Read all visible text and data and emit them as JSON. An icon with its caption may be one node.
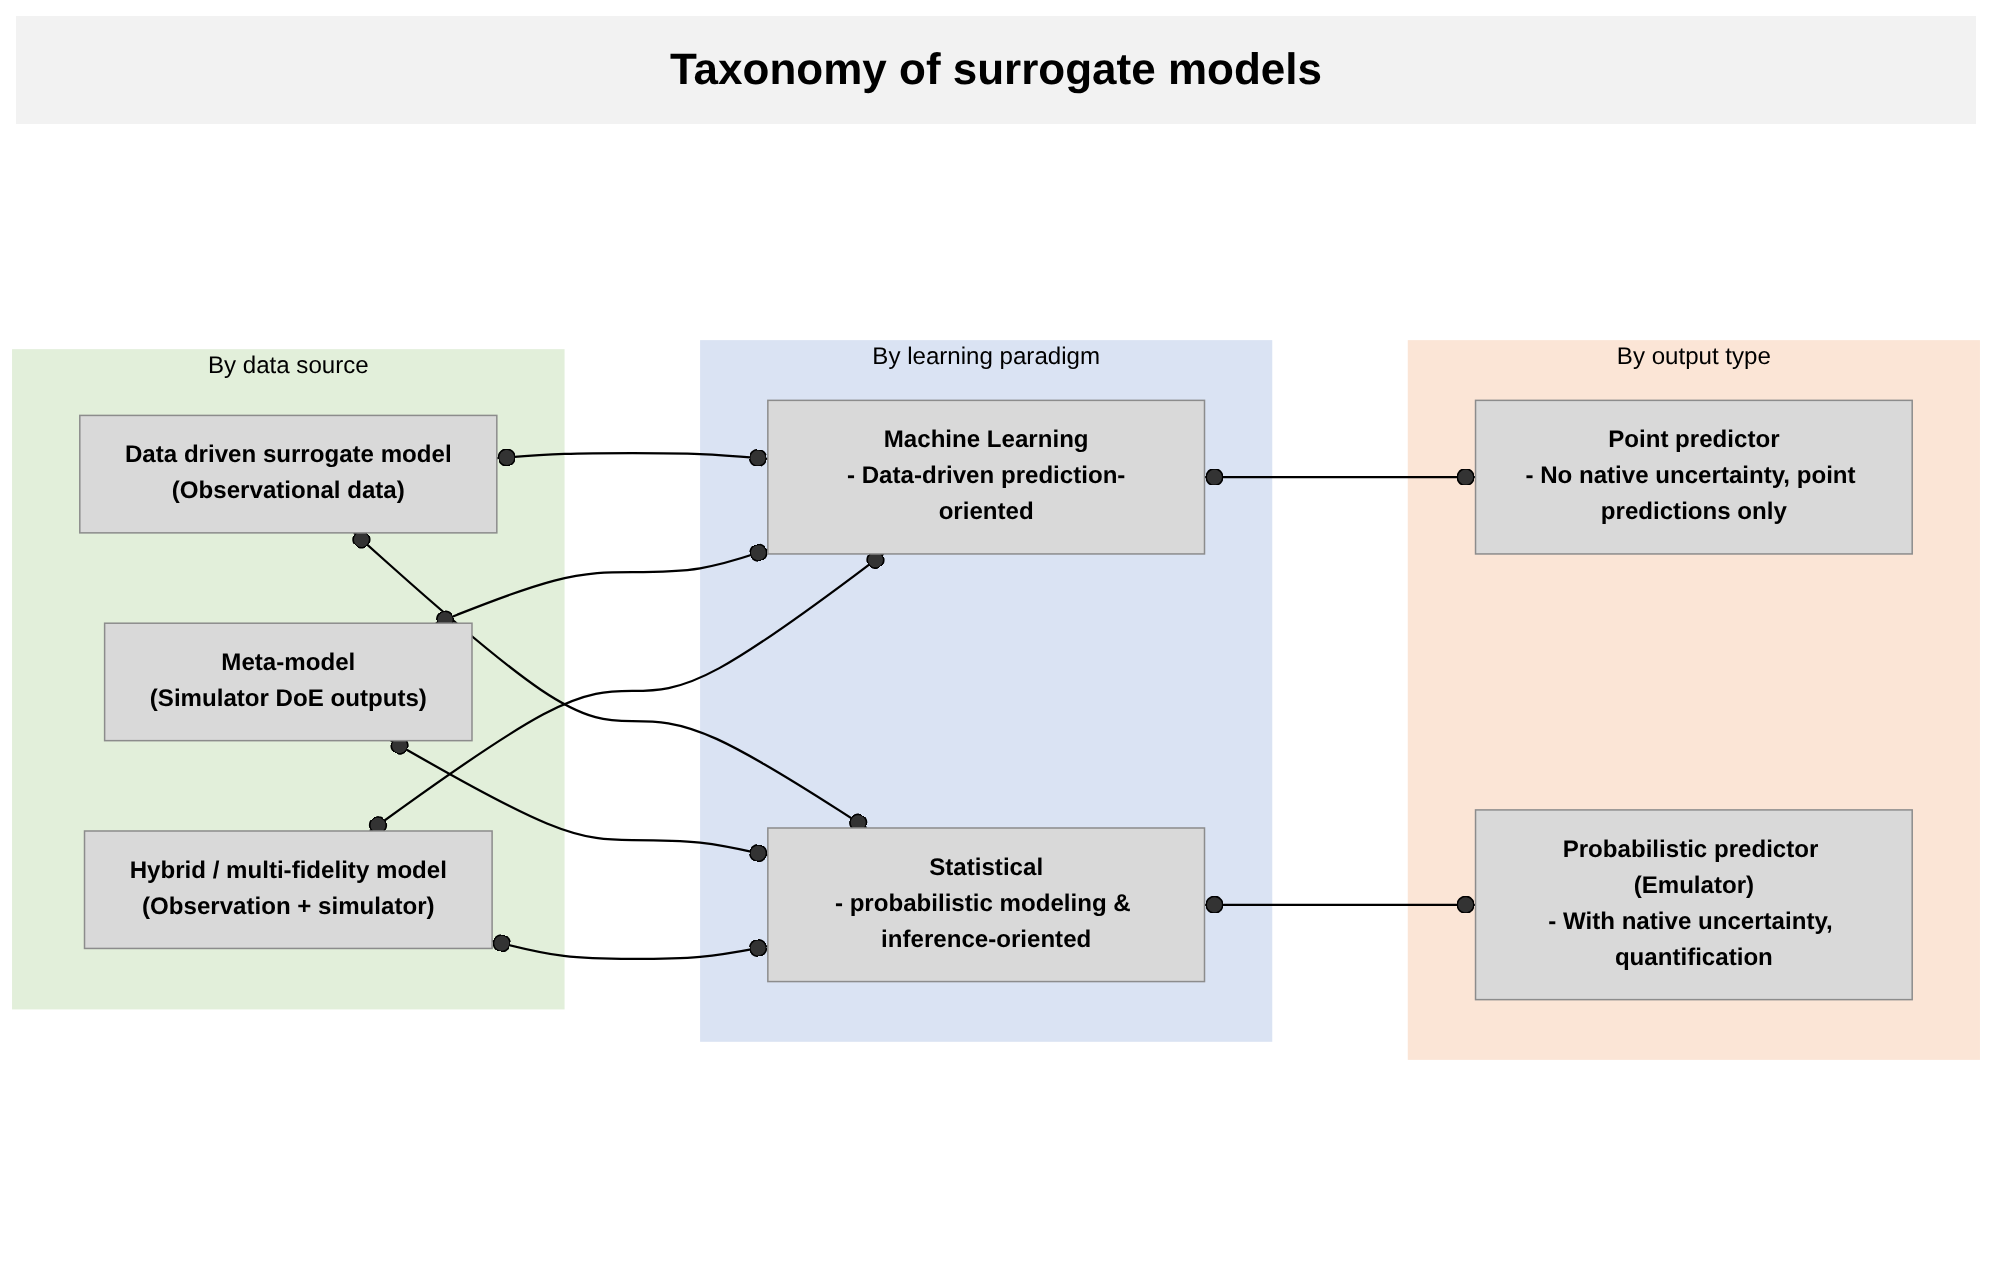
{
  "diagram": {
    "title": "Taxonomy of surrogate models",
    "nodes": [
      {
        "text": [
          "By data source"
        ]
      },
      {
        "text": [
          "Data driven surrogate model",
          "(Observational data)"
        ],
        "in": 0
      },
      {
        "text": [
          "Meta-model",
          "(Simulator DoE outputs)"
        ],
        "in": 0
      },
      {
        "text": [
          "Hybrid / multi-fidelity model",
          "(Observation + simulator)"
        ],
        "in": 0
      },
      {
        "text": [
          "By learning paradigm"
        ]
      },
      {
        "text": [
          "Statistical",
          "- probabilistic modeling & inference-oriented"
        ],
        "in": 4
      },
      {
        "text": [
          "Machine Learning",
          "- Data-driven prediction-oriented"
        ],
        "in": 4
      },
      {
        "text": [
          "By output type"
        ]
      },
      {
        "text": [
          "Point predictor",
          "- No native uncertainty, point predictions only"
        ],
        "in": 7
      },
      {
        "text": [
          "Probabilistic predictor (Emulator)",
          "- With native uncertainty, quantification"
        ],
        "in": 7
      }
    ],
    "edges": [
      {
        "from": 1,
        "to": 5,
        "arrow": "other"
      },
      {
        "from": 1,
        "to": 6,
        "arrow": "other"
      },
      {
        "from": 2,
        "to": 5,
        "arrow": "other"
      },
      {
        "from": 2,
        "to": 6,
        "arrow": "other"
      },
      {
        "from": 3,
        "to": 5,
        "arrow": "other"
      },
      {
        "from": 3,
        "to": 6,
        "arrow": "other"
      },
      {
        "from": 5,
        "to": 9,
        "arrow": "other"
      },
      {
        "from": 6,
        "to": 8,
        "arrow": "other"
      }
    ]
  }
}
